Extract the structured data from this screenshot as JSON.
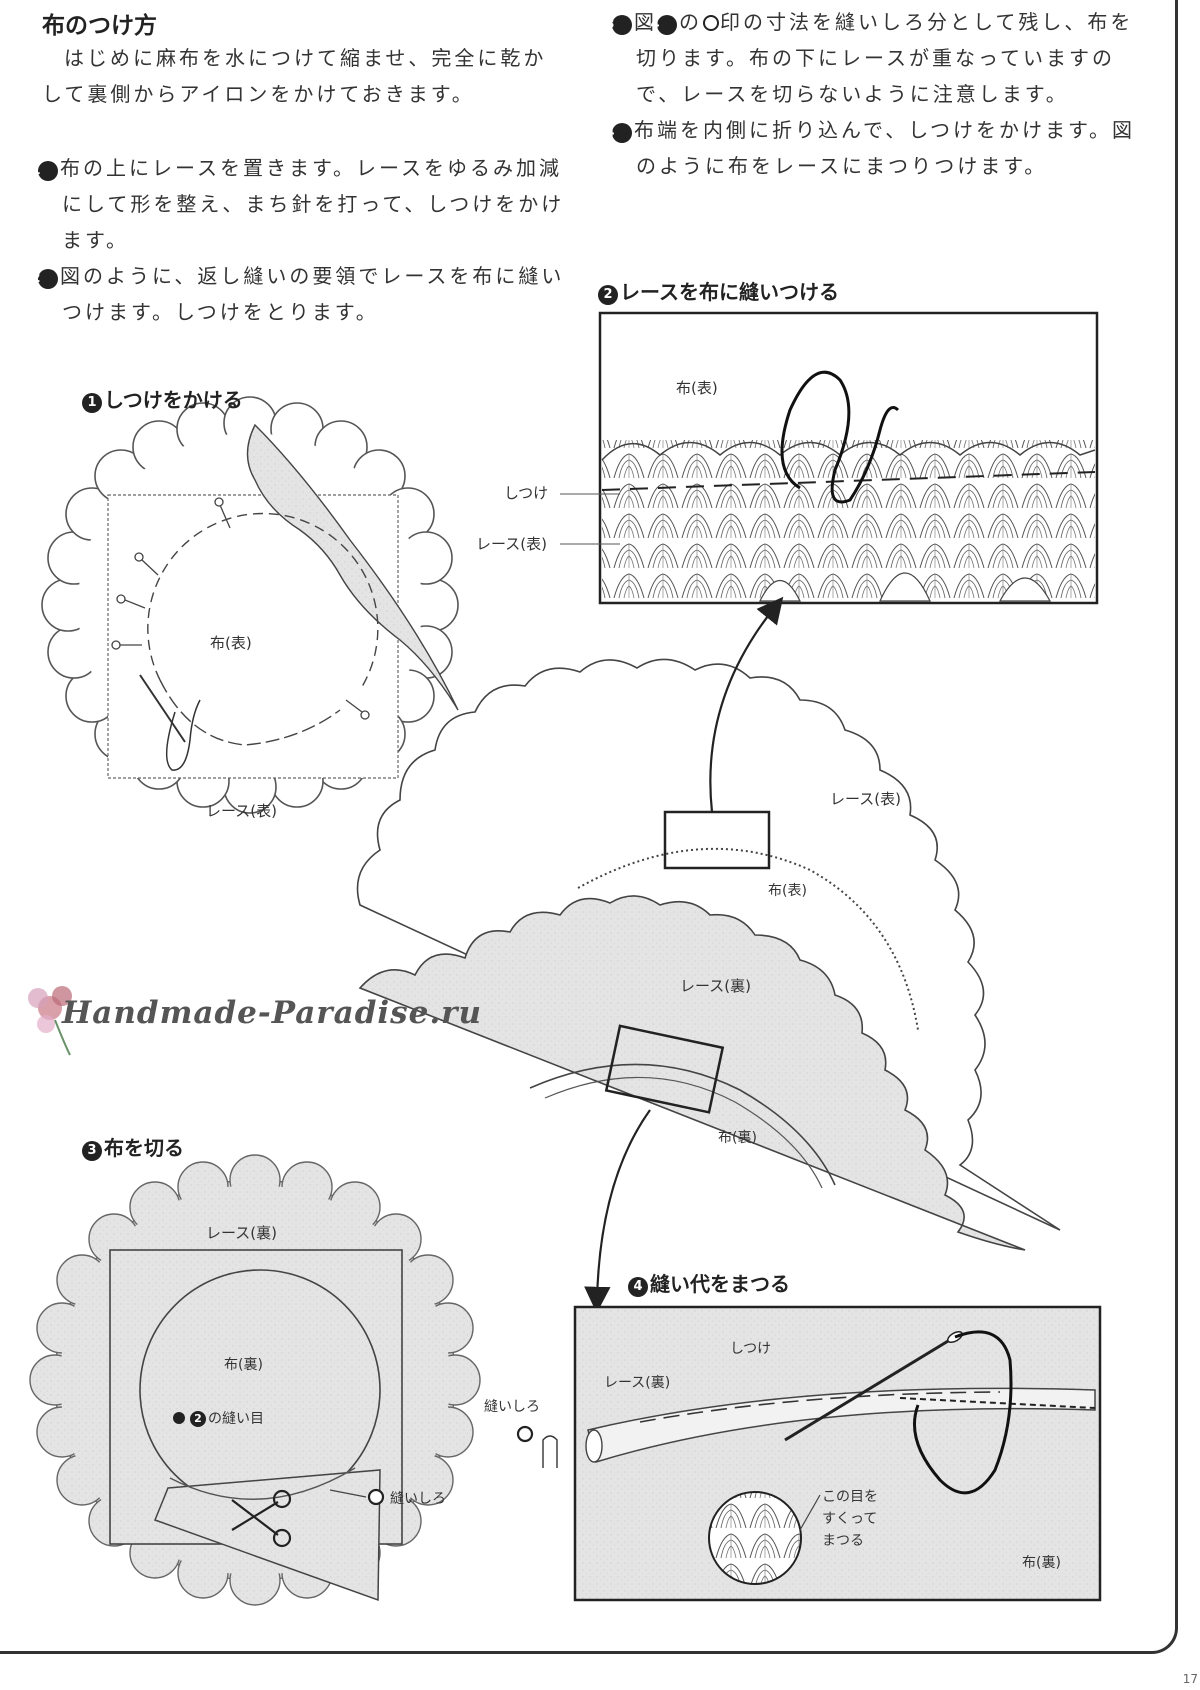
{
  "title": "布のつけ方",
  "intro": "はじめに麻布を水につけて縮ませ、完全に乾かして裏側からアイロンをかけておきます。",
  "steps": [
    {
      "num": "1",
      "text": "布の上にレースを置きます。レースをゆるみ加減にして形を整え、まち針を打って、しつけをかけます。"
    },
    {
      "num": "2",
      "text": "図のように、返し縫いの要領でレースを布に縫いつけます。しつけをとります。"
    },
    {
      "num": "3",
      "pre": "図",
      "ref_num": "4",
      "post_a": "の",
      "post_b": "印の寸法を縫いしろ分として残し、布を切ります。布の下にレースが重なっていますので、レースを切らないように注意します。"
    },
    {
      "num": "4",
      "text": "布端を内側に折り込んで、しつけをかけます。図のように布をレースにまつりつけます。"
    }
  ],
  "figures": {
    "fig1": {
      "num": "1",
      "title": "しつけをかける",
      "label_fabric": "布(表)",
      "label_lace": "レース(表)"
    },
    "fig2": {
      "num": "2",
      "title": "レースを布に縫いつける",
      "label_fabric": "布(表)",
      "label_baste": "しつけ",
      "label_lace": "レース(表)"
    },
    "fig_center": {
      "label_lace_front": "レース(表)",
      "label_fabric_front": "布(表)",
      "label_lace_back": "レース(裏)",
      "label_fabric_back": "布(裏)"
    },
    "fig3": {
      "num": "3",
      "title": "布を切る",
      "label_lace_back": "レース(裏)",
      "label_fabric_back": "布(裏)",
      "seam_num": "2",
      "seam_label": "の縫い目",
      "allowance": "縫いしろ",
      "allowance_key": "縫いしろ"
    },
    "fig4": {
      "num": "4",
      "title": "縫い代をまつる",
      "label_baste": "しつけ",
      "label_lace_back": "レース(裏)",
      "note_1": "この目を",
      "note_2": "すくって",
      "note_3": "まつる",
      "label_fabric_back": "布(裏)"
    }
  },
  "watermark": "Handmade-Paradise.ru",
  "page_number": "17",
  "colors": {
    "shade": "#e2e2e2",
    "line": "#333333"
  }
}
